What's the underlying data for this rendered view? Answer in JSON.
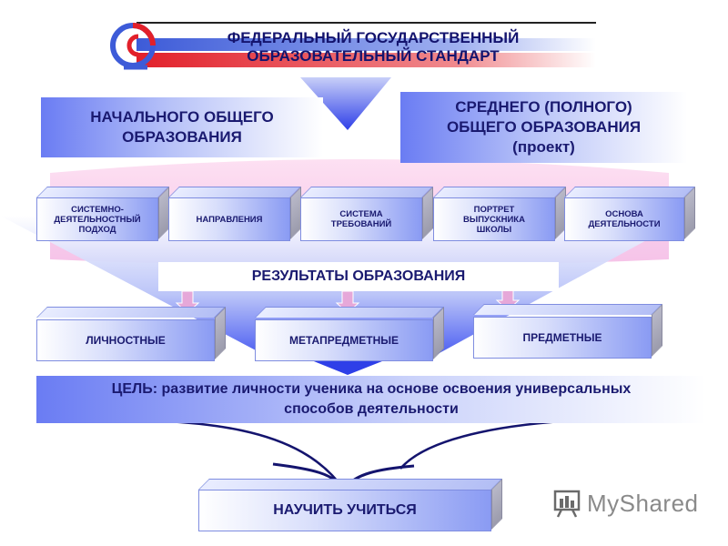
{
  "header": {
    "title_line1": "ФЕДЕРАЛЬНЫЙ ГОСУДАРСТВЕННЫЙ",
    "title_line2": "ОБРАЗОВАТЕЛЬНЫЙ СТАНДАРТ"
  },
  "levels": {
    "primary_line1": "НАЧАЛЬНОГО ОБЩЕГО",
    "primary_line2": "ОБРАЗОВАНИЯ",
    "secondary_line1": "СРЕДНЕГО (ПОЛНОГО)",
    "secondary_line2": "ОБЩЕГО ОБРАЗОВАНИЯ",
    "secondary_line3": "(проект)"
  },
  "components": [
    {
      "line1": "СИСТЕМНО-",
      "line2": "ДЕЯТЕЛЬНОСТНЫЙ",
      "line3": "ПОДХОД"
    },
    {
      "line1": "НАПРАВЛЕНИЯ",
      "line2": "",
      "line3": ""
    },
    {
      "line1": "СИСТЕМА",
      "line2": "ТРЕБОВАНИЙ",
      "line3": ""
    },
    {
      "line1": "ПОРТРЕТ",
      "line2": "ВЫПУСКНИКА",
      "line3": "ШКОЛЫ"
    },
    {
      "line1": "ОСНОВА",
      "line2": "ДЕЯТЕЛЬНОСТИ",
      "line3": ""
    }
  ],
  "results": {
    "title": "РЕЗУЛЬТАТЫ ОБРАЗОВАНИЯ",
    "items": [
      "ЛИЧНОСТНЫЕ",
      "МЕТАПРЕДМЕТНЫЕ",
      "ПРЕДМЕТНЫЕ"
    ]
  },
  "goal": {
    "line1": "ЦЕЛЬ: развитие личности ученика на основе освоения универсальных",
    "line2": "способов деятельности"
  },
  "outcome": {
    "label": "НАУЧИТЬ УЧИТЬСЯ"
  },
  "watermark": {
    "text": "MyShared"
  },
  "colors": {
    "accent_blue": "#4a5ef0",
    "text_navy": "#14146e",
    "stripe_red": "#e2202a",
    "stripe_blue": "#3d5bd8"
  }
}
